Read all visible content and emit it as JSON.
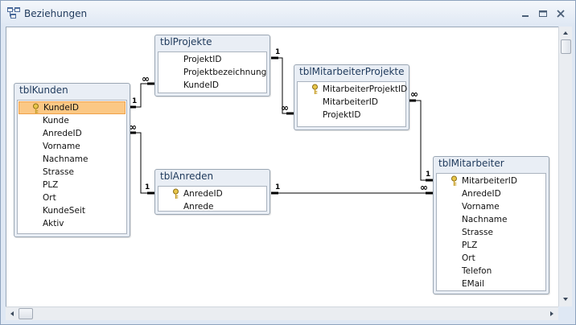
{
  "window": {
    "title": "Beziehungen",
    "icon": "relationships-icon"
  },
  "tables": {
    "kunden": {
      "title": "tblKunden",
      "fields": [
        "KundeID",
        "Kunde",
        "AnredeID",
        "Vorname",
        "Nachname",
        "Strasse",
        "PLZ",
        "Ort",
        "KundeSeit",
        "Aktiv"
      ]
    },
    "projekte": {
      "title": "tblProjekte",
      "fields": [
        "ProjektID",
        "Projektbezeichnung",
        "KundeID"
      ]
    },
    "anreden": {
      "title": "tblAnreden",
      "fields": [
        "AnredeID",
        "Anrede"
      ]
    },
    "mitarbeiterprojekte": {
      "title": "tblMitarbeiterProjekte",
      "fields": [
        "MitarbeiterProjektID",
        "MitarbeiterID",
        "ProjektID"
      ]
    },
    "mitarbeiter": {
      "title": "tblMitarbeiter",
      "fields": [
        "MitarbeiterID",
        "AnredeID",
        "Vorname",
        "Nachname",
        "Strasse",
        "PLZ",
        "Ort",
        "Telefon",
        "EMail"
      ]
    }
  },
  "relationships": [
    {
      "one_side": "1",
      "many_side": "∞"
    },
    {
      "one_side": "1",
      "many_side": "∞"
    },
    {
      "one_side": "1",
      "many_side": "∞"
    },
    {
      "one_side": "1",
      "many_side": "∞"
    },
    {
      "one_side": "1",
      "many_side": "∞"
    }
  ],
  "colors": {
    "selected_field": "#fbc885",
    "table_header": "#e9eef5",
    "title_text": "#1e395b"
  }
}
